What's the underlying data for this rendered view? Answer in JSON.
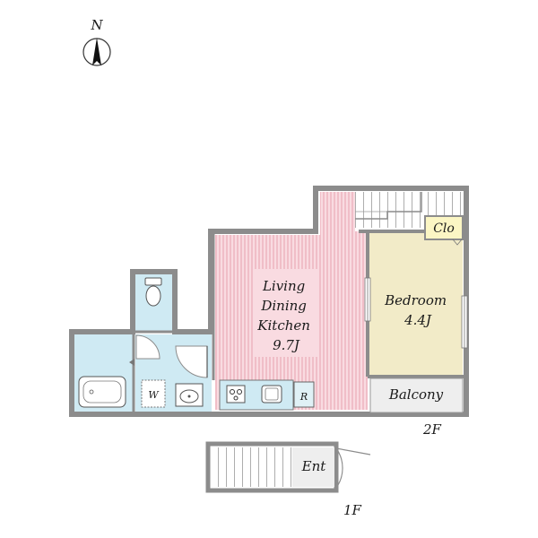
{
  "compass": {
    "label": "N"
  },
  "rooms": {
    "ldk": {
      "lines": [
        "Living",
        "Dining",
        "Kitchen",
        "9.7J"
      ]
    },
    "bedroom": {
      "lines": [
        "Bedroom",
        "4.4J"
      ]
    },
    "closet": {
      "label": "Clo"
    },
    "balcony": {
      "label": "Balcony"
    },
    "entrance": {
      "label": "Ent"
    },
    "washer": {
      "label": "W"
    },
    "fridge": {
      "label": "R"
    }
  },
  "floors": {
    "upper": "2F",
    "lower": "1F"
  },
  "colors": {
    "ldk": "#f9dbe1",
    "ldk_stripe": "#e59aa8",
    "bedroom": "#f2ebc8",
    "wet_area": "#cfeaf3",
    "closet": "#fbf6c4",
    "balcony": "#eeeeee",
    "wall": "#8c8c8c"
  }
}
